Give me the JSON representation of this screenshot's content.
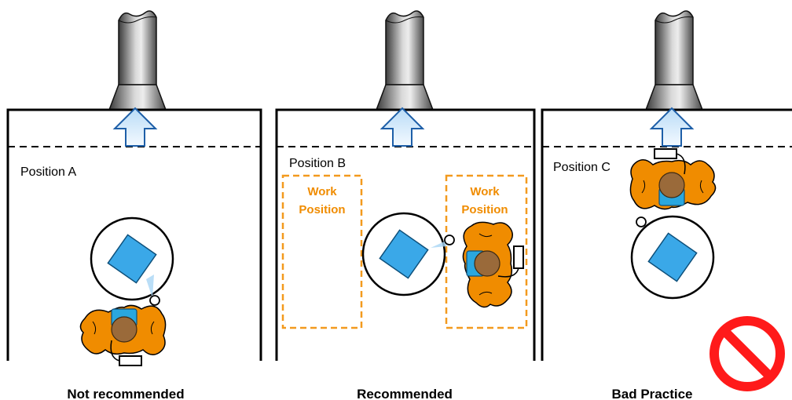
{
  "colors": {
    "orange": "#f08c00",
    "work_box": "#f39a1e",
    "sample_blue": "#3aa8e8",
    "head_blue": "#2aa7df",
    "head_brown": "#9a6a3a",
    "airflow_blue": "#cfe7fb",
    "prohibited_red": "#ff1a1a"
  },
  "panels": [
    {
      "position_label": "Position A",
      "caption": "Not recommended",
      "work_positions": []
    },
    {
      "position_label": "Position B",
      "caption": "Recommended",
      "work_positions": [
        {
          "line1": "Work",
          "line2": "Position"
        },
        {
          "line1": "Work",
          "line2": "Position"
        }
      ]
    },
    {
      "position_label": "Position C",
      "caption": "Bad Practice",
      "work_positions": [],
      "icon": "prohibited-icon"
    }
  ]
}
